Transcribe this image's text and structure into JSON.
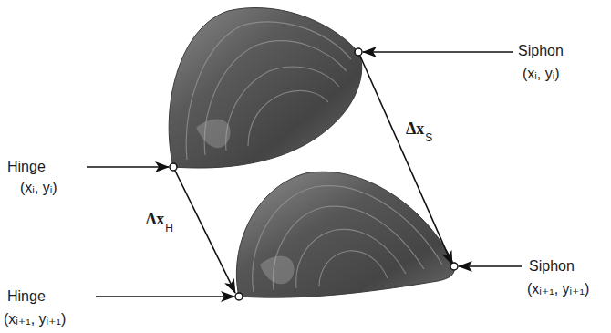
{
  "diagram": {
    "labels": [
      "Siphon",
      "(xᵢ, yᵢ)",
      "Δx",
      "S",
      "Hinge",
      "(xᵢ, yᵢ)",
      "Δx",
      "H",
      "Siphon",
      "Hinge",
      "(xᵢ₊₁, yᵢ₊₁)",
      "(xᵢ₊₁, yᵢ₊₁)"
    ]
  }
}
